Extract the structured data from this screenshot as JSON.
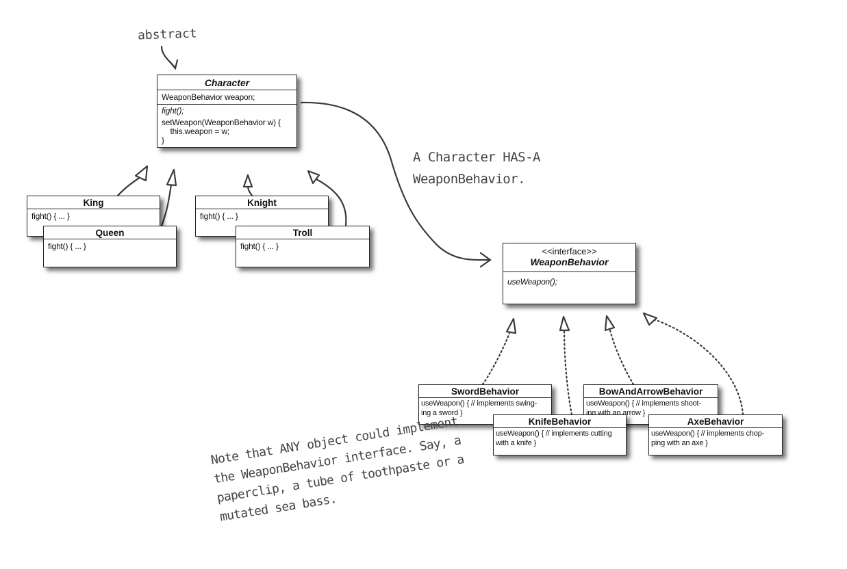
{
  "annotations": {
    "abstract": "abstract",
    "has_a_line1": "A Character HAS-A",
    "has_a_line2": "WeaponBehavior.",
    "note_lines": [
      "Note that ANY object could implement",
      "the WeaponBehavior interface.  Say, a",
      "paperclip, a tube of toothpaste or a",
      "mutated sea bass."
    ]
  },
  "classes": {
    "character": {
      "name": "Character",
      "field": "WeaponBehavior weapon;",
      "method1": "fight();",
      "method2_lines": [
        "setWeapon(WeaponBehavior w) {",
        "    this.weapon = w;",
        "}"
      ]
    },
    "king": {
      "name": "King",
      "method": "fight() { ... }"
    },
    "queen": {
      "name": "Queen",
      "method": "fight() { ... }"
    },
    "knight": {
      "name": "Knight",
      "method": "fight() { ... }"
    },
    "troll": {
      "name": "Troll",
      "method": "fight() { ... }"
    },
    "weapon_behavior": {
      "stereotype": "<<interface>>",
      "name": "WeaponBehavior",
      "method": "useWeapon();"
    },
    "sword": {
      "name": "SwordBehavior",
      "method_lines": [
        "useWeapon() { // implements swing-",
        "ing a sword }"
      ]
    },
    "bow": {
      "name": "BowAndArrowBehavior",
      "method_lines": [
        "useWeapon() { // implements shoot-",
        "ing with an arrow }"
      ]
    },
    "knife": {
      "name": "KnifeBehavior",
      "method_lines": [
        "useWeapon() { // implements cutting",
        "with a knife }"
      ]
    },
    "axe": {
      "name": "AxeBehavior",
      "method_lines": [
        "useWeapon() { // implements chop-",
        "ping with an axe }"
      ]
    }
  }
}
